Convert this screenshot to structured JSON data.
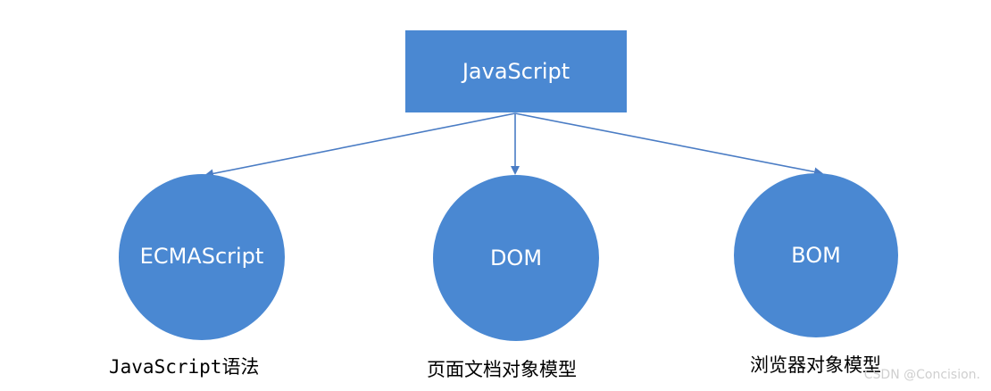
{
  "colors": {
    "node_fill": "#4a88d2",
    "edge": "#4a7cc4",
    "background": "#ffffff"
  },
  "root": {
    "label": "JavaScript"
  },
  "children": [
    {
      "label": "ECMAScript",
      "caption_mono": "JavaScript",
      "caption_cn": "语法"
    },
    {
      "label": "DOM",
      "caption": "页面文档对象模型"
    },
    {
      "label": "BOM",
      "caption": "浏览器对象模型"
    }
  ],
  "watermark": "CSDN @Concision."
}
